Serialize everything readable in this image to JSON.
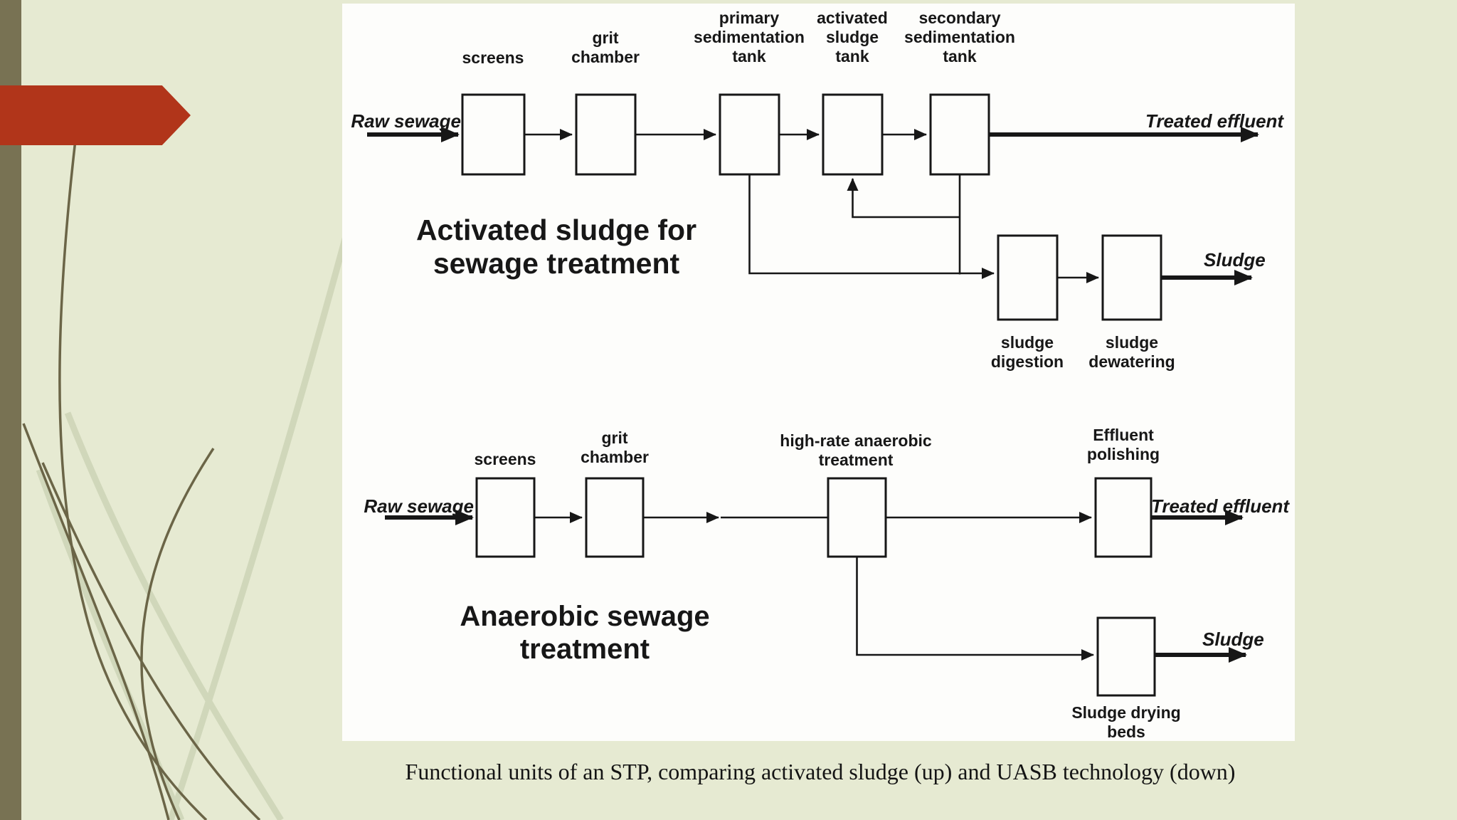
{
  "colors": {
    "slide-bg": "#e6ead2",
    "stripe-olive": "#787253",
    "accent-red": "#b1351a",
    "panel-bg": "#fdfdfb",
    "ink": "#171717"
  },
  "caption": "Functional units of an STP, comparing activated sludge (up) and UASB technology (down)",
  "activated_sludge_diagram": {
    "title": "Activated sludge for\nsewage treatment",
    "inflow_label": "Raw sewage",
    "outflow_label": "Treated effluent",
    "sludge_outflow_label": "Sludge",
    "units": {
      "screens": "screens",
      "grit_chamber": "grit\nchamber",
      "primary_sedimentation_tank": "primary\nsedimentation\ntank",
      "activated_sludge_tank": "activated\nsludge\ntank",
      "secondary_sedimentation_tank": "secondary\nsedimentation\ntank",
      "sludge_digestion": "sludge\ndigestion",
      "sludge_dewatering": "sludge\ndewatering"
    }
  },
  "anaerobic_diagram": {
    "title": "Anaerobic sewage\ntreatment",
    "inflow_label": "Raw sewage",
    "outflow_label": "Treated effluent",
    "sludge_outflow_label": "Sludge",
    "units": {
      "screens": "screens",
      "grit_chamber": "grit\nchamber",
      "high_rate_anaerobic_treatment": "high-rate anaerobic\ntreatment",
      "effluent_polishing": "Effluent\npolishing",
      "sludge_drying_beds": "Sludge drying\nbeds"
    }
  }
}
